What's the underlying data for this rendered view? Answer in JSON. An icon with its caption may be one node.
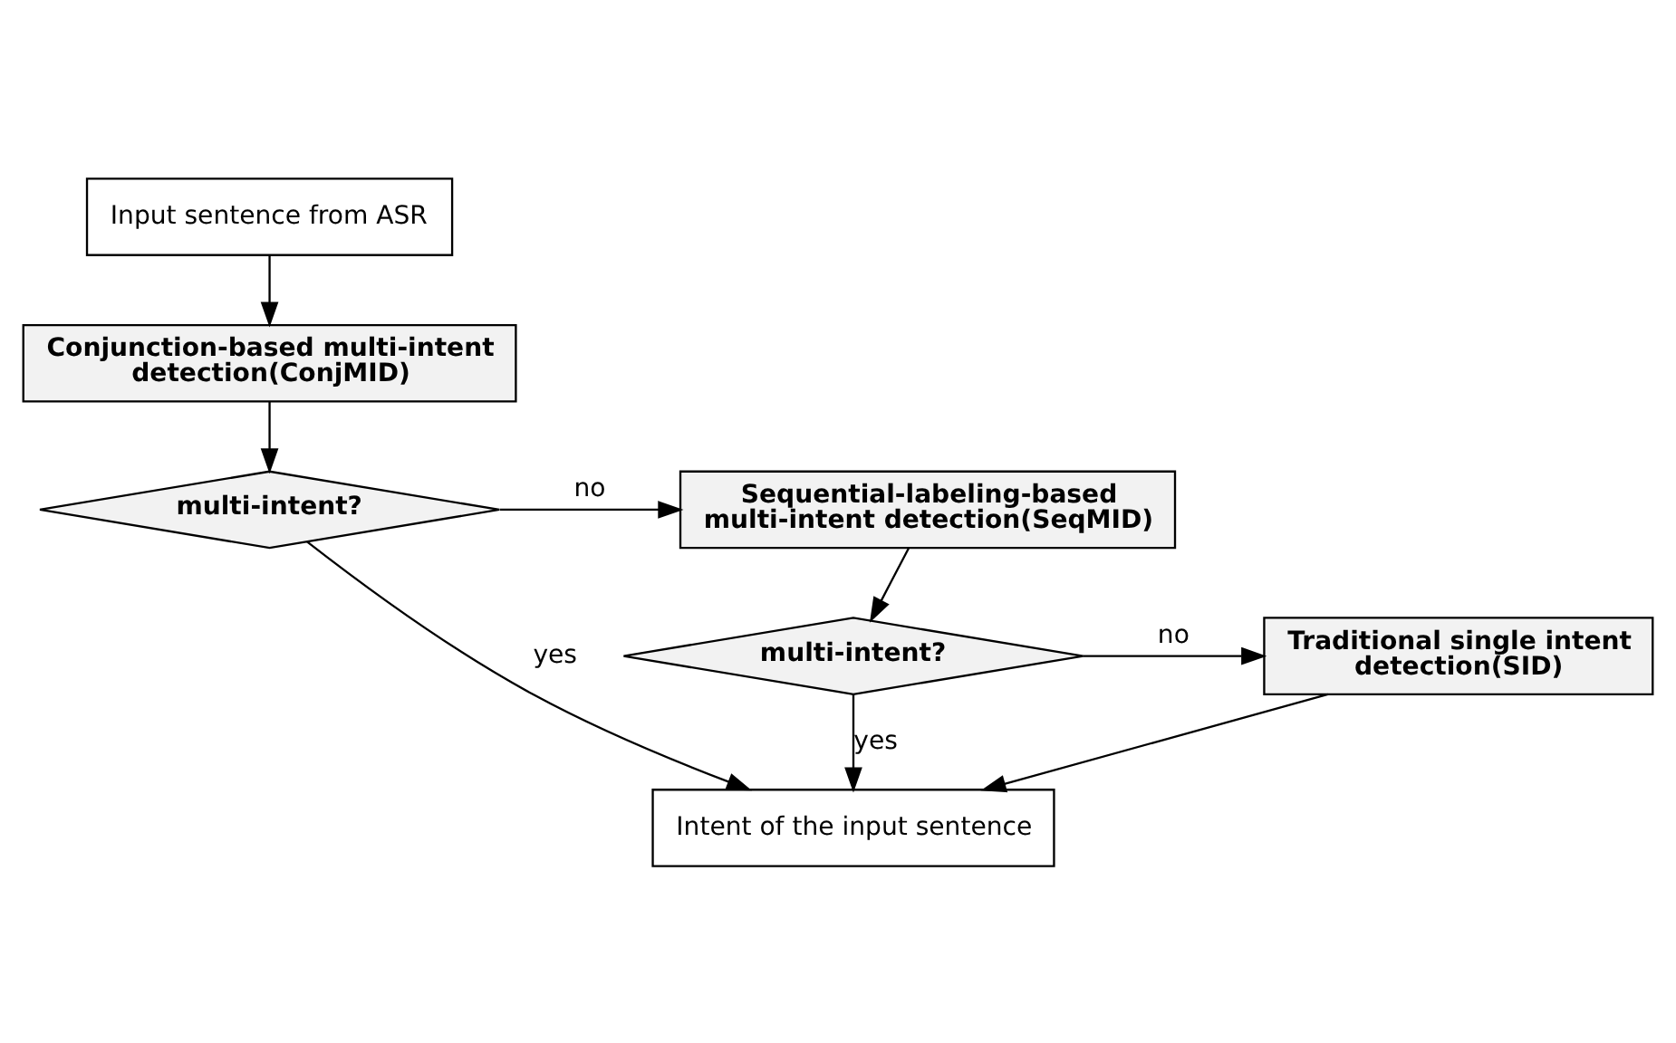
{
  "diagram": {
    "nodes": [
      {
        "text": [
          "Input sentence from ASR"
        ]
      },
      {
        "text": [
          "Conjunction-based multi-intent detection(ConjMID)"
        ]
      },
      {
        "text": [
          "multi-intent?"
        ]
      },
      {
        "text": [
          "Sequential-labeling-based multi-intent detection(SeqMID)"
        ]
      },
      {
        "text": [
          "multi-intent?"
        ]
      },
      {
        "text": [
          "Traditional single intent detection(SID)"
        ]
      },
      {
        "text": [
          "Intent of the input sentence"
        ]
      }
    ],
    "edges": [
      {
        "from": 0,
        "to": 1,
        "arrow": "to"
      },
      {
        "from": 1,
        "to": 2,
        "arrow": "to"
      },
      {
        "from": 2,
        "to": 3,
        "arrow": "to",
        "label": "no"
      },
      {
        "from": 3,
        "to": 4,
        "arrow": "to"
      },
      {
        "from": 4,
        "to": 5,
        "arrow": "to",
        "label": "no"
      },
      {
        "from": 2,
        "to": 6,
        "arrow": "to",
        "label": "yes"
      },
      {
        "from": 4,
        "to": 6,
        "arrow": "to",
        "label": "yes"
      },
      {
        "from": 5,
        "to": 6,
        "arrow": "to"
      }
    ]
  }
}
